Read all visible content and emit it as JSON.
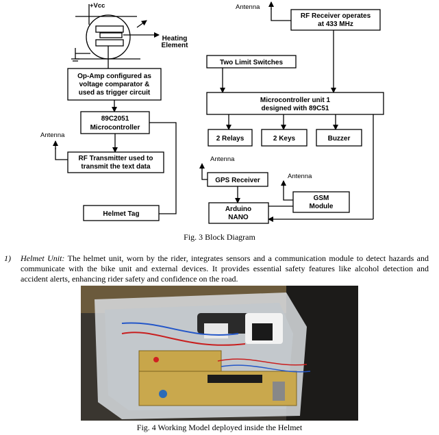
{
  "figure3": {
    "caption": "Fig. 3 Block Diagram",
    "vcc_label": "+Vcc",
    "heating_element_label_1": "Heating",
    "heating_element_label_2": "Element",
    "opamp_box": [
      "Op-Amp configured as",
      "voltage comparator &",
      "used as trigger circuit"
    ],
    "mcu_8051_box": [
      "89C2051",
      "Microcontroller"
    ],
    "antenna_left": "Antenna",
    "rf_transmitter_box": [
      "RF Transmitter used to",
      "transmit the text data"
    ],
    "helmet_tag_box": "Helmet Tag",
    "antenna_top_right": "Antenna",
    "rf_receiver_box": [
      "RF Receiver operates",
      "at 433 MHz"
    ],
    "limit_switches_box": "Two Limit Switches",
    "mcu_unit1_box": [
      "Microcontroller unit 1",
      "designed with 89C51"
    ],
    "relays_box": "2 Relays",
    "keys_box": "2 Keys",
    "buzzer_box": "Buzzer",
    "antenna_gps": "Antenna",
    "gps_box": "GPS Receiver",
    "antenna_gsm": "Antenna",
    "gsm_box": [
      "GSM",
      "Module"
    ],
    "arduino_box": [
      "Arduino",
      "NANO"
    ]
  },
  "section": {
    "number": "1)",
    "heading": "Helmet Unit:",
    "text": "The helmet unit, worn by the rider, integrates sensors and a communication module to detect hazards and communicate with the bike unit and external devices. It provides essential safety features like alcohol detection and accident alerts, enhancing rider safety and confidence on the road."
  },
  "figure4": {
    "caption": "Fig. 4 Working Model deployed inside the Helmet"
  }
}
